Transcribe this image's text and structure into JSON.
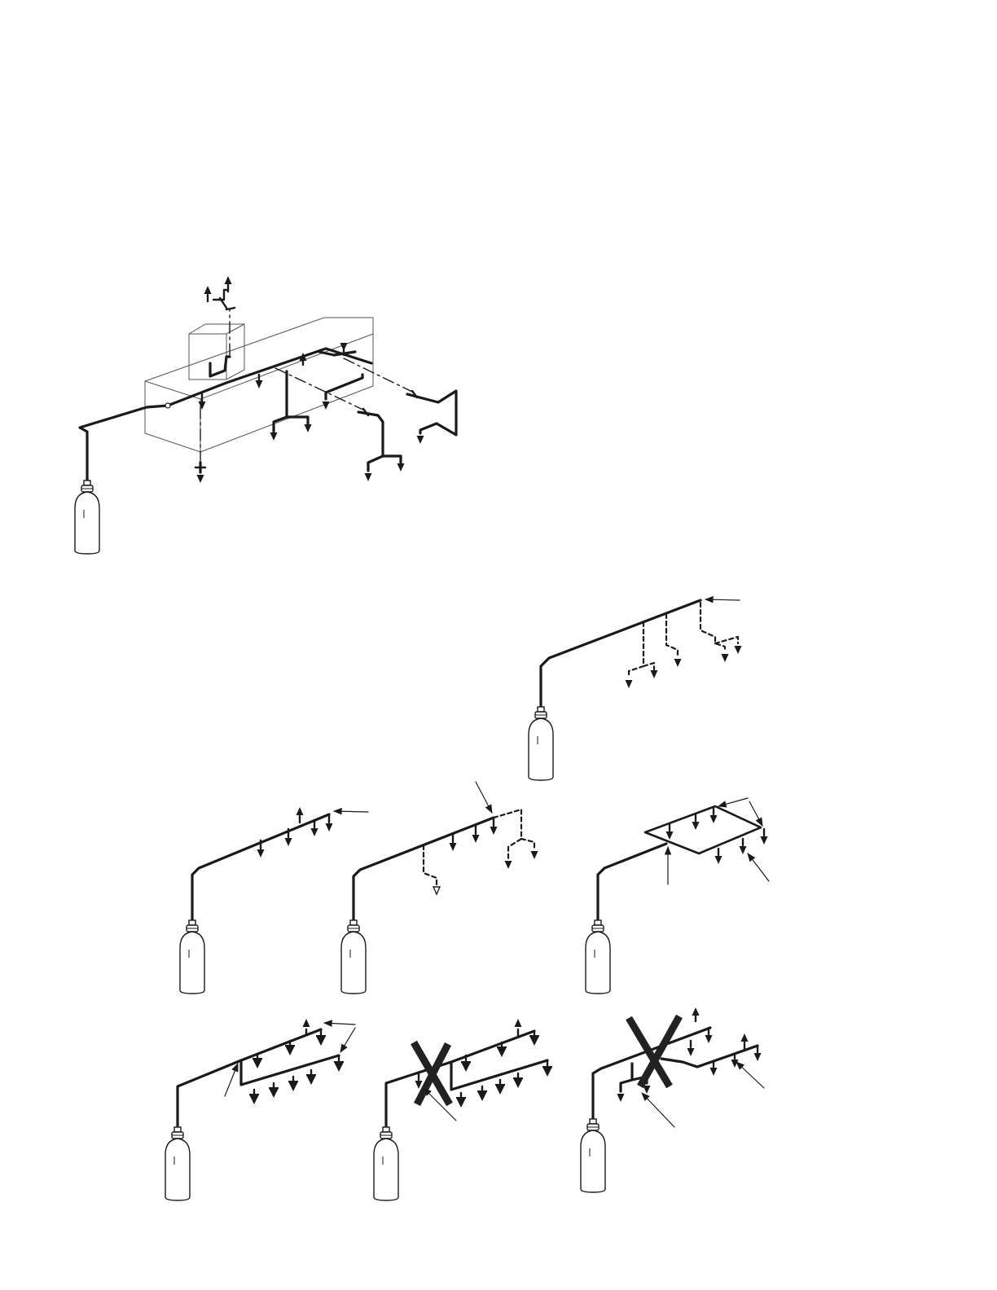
{
  "figures": [
    {
      "id": "duct-system-overview"
    },
    {
      "id": "long-manifold-dashed-branches"
    },
    {
      "id": "straight-manifold"
    },
    {
      "id": "straight-manifold-dashed-branches"
    },
    {
      "id": "loop-manifold"
    },
    {
      "id": "split-manifold"
    },
    {
      "id": "incorrect-split-manifold"
    },
    {
      "id": "incorrect-split-manifold-offset"
    }
  ],
  "colors": {
    "line": "#1a1a1a",
    "background": "#ffffff"
  }
}
